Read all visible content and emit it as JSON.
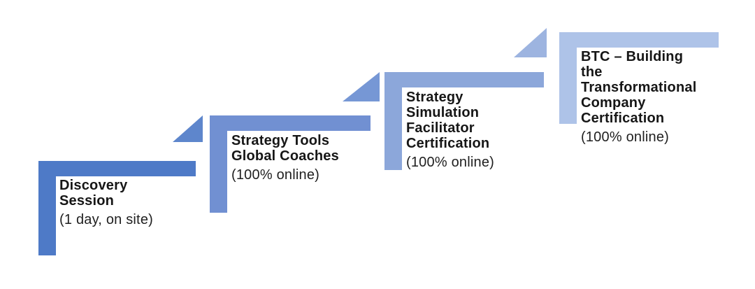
{
  "diagram": {
    "type": "process-staircase",
    "background": "#ffffff",
    "steps": [
      {
        "title": "Discovery\nSession",
        "subtitle": "(1 day, on site)",
        "color": "#4E7AC7"
      },
      {
        "title": "Strategy Tools\nGlobal Coaches",
        "subtitle": "(100% online)",
        "color": "#7190D2"
      },
      {
        "title": "Strategy\nSimulation\nFacilitator\nCertification",
        "subtitle": "(100% online)",
        "color": "#8CA7DA"
      },
      {
        "title": "BTC – Building\nthe\nTransformational\nCompany\nCertification",
        "subtitle": "(100% online)",
        "color": "#AEC3E8"
      }
    ],
    "arrows": [
      {
        "color": "#5E86CC"
      },
      {
        "color": "#7697D5"
      },
      {
        "color": "#9DB4E0"
      }
    ]
  }
}
